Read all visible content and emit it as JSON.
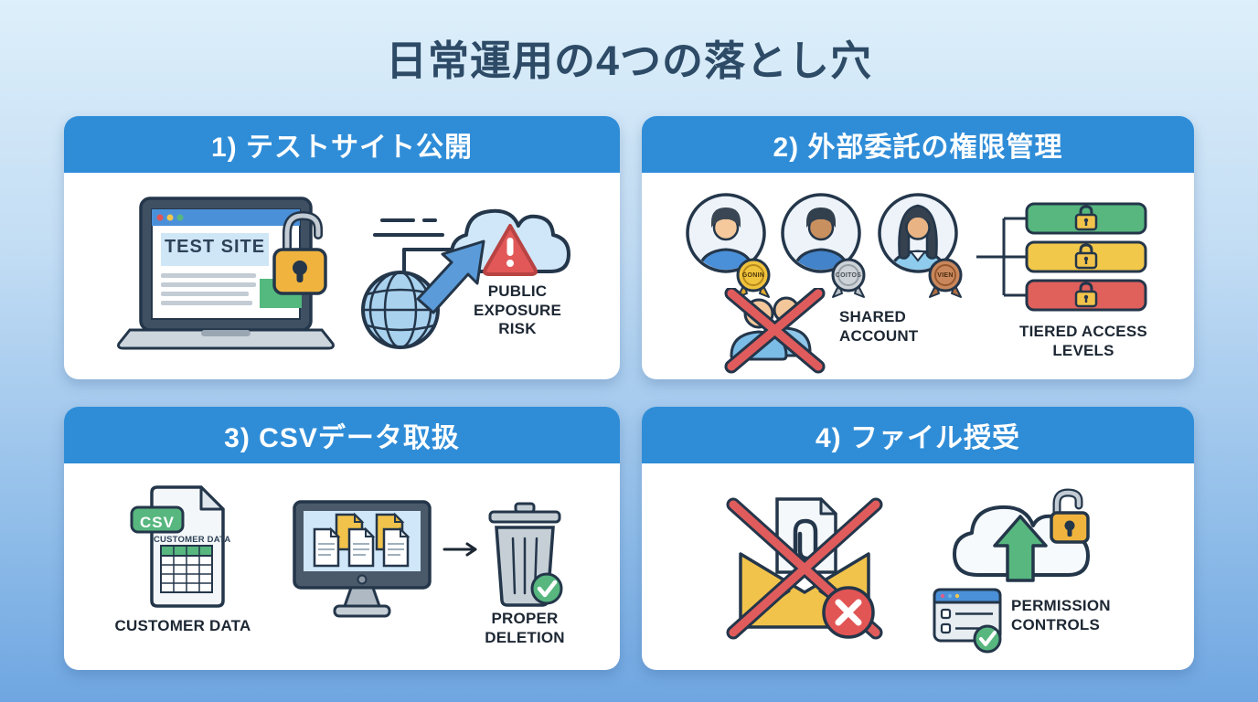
{
  "title": "日常運用の4つの落とし穴",
  "colors": {
    "header_blue": "#2F8DD8",
    "background_top": "#DDEFFA",
    "background_bottom": "#6FA6E1",
    "green": "#57B77F",
    "yellow": "#F2C34B",
    "red": "#E05C5C",
    "gold": "#F0C33C",
    "silver": "#CCD2D8",
    "bronze": "#C9875B"
  },
  "panels": {
    "p1": {
      "header": "1) テストサイト公開",
      "laptop_screen_label": "TEST SITE",
      "risk_label": "PUBLIC EXPOSURE RISK",
      "icons": [
        "laptop-browser",
        "open-padlock",
        "globe",
        "up-arrow",
        "warning-cloud"
      ]
    },
    "p2": {
      "header": "2) 外部委託の権限管理",
      "badges": [
        "GONIN",
        "COITOS",
        "VIEN"
      ],
      "shared_account_label": "SHARED ACCOUNT",
      "tiered_label": "TIERED ACCESS LEVELS",
      "icons": [
        "avatar-gold-medal",
        "avatar-silver-medal",
        "avatar-bronze-medal",
        "crossed-out-users",
        "three-locked-tier-bars"
      ]
    },
    "p3": {
      "header": "3) CSVデータ取扱",
      "csv_badge": "CSV",
      "doc_header": "CUSTOMER DATA",
      "caption": "CUSTOMER DATA",
      "deletion_label": "PROPER DELETION",
      "icons": [
        "csv-file-table",
        "monitor-with-files",
        "right-arrow",
        "trash-can-check"
      ]
    },
    "p4": {
      "header": "4) ファイル授受",
      "permission_label": "PERMISSION CONTROLS",
      "icons": [
        "crossed-out-email-attachment",
        "error-circle",
        "cloud-upload-lock",
        "settings-window-check"
      ]
    }
  }
}
